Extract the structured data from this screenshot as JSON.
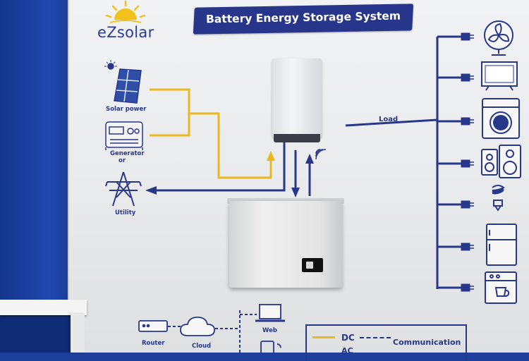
{
  "banner": {
    "title": "Battery Energy Storage System"
  },
  "logo": {
    "text": "eZsolar"
  },
  "sources": {
    "solar_label": "Solar power",
    "generator_label": "Generator",
    "or_label": "or",
    "utility_label": "Utility"
  },
  "load": {
    "label": "Load"
  },
  "communication": {
    "router_label": "Router",
    "cloud_label": "Cloud",
    "web_label": "Web"
  },
  "legend": {
    "dc_label": "DC",
    "comm_label": "Communication",
    "ac_label": "AC"
  },
  "colors": {
    "dc_line": "#e9b820",
    "ac_line": "#27378a",
    "banner": "#27358a",
    "wall": "#1f3f9c"
  },
  "icons": {
    "logo": "sun-icon",
    "solar": "solar-panel-icon",
    "generator": "generator-icon",
    "utility": "power-tower-icon",
    "fan": "fan-icon",
    "tv": "tv-icon",
    "washer": "washing-machine-icon",
    "speaker": "speaker-icon",
    "bulb": "light-bulb-icon",
    "fridge": "fridge-icon",
    "coffee": "coffee-machine-icon",
    "router": "router-icon",
    "cloud": "cloud-icon",
    "web": "laptop-icon",
    "phone": "phone-icon",
    "wifi": "wifi-icon"
  }
}
